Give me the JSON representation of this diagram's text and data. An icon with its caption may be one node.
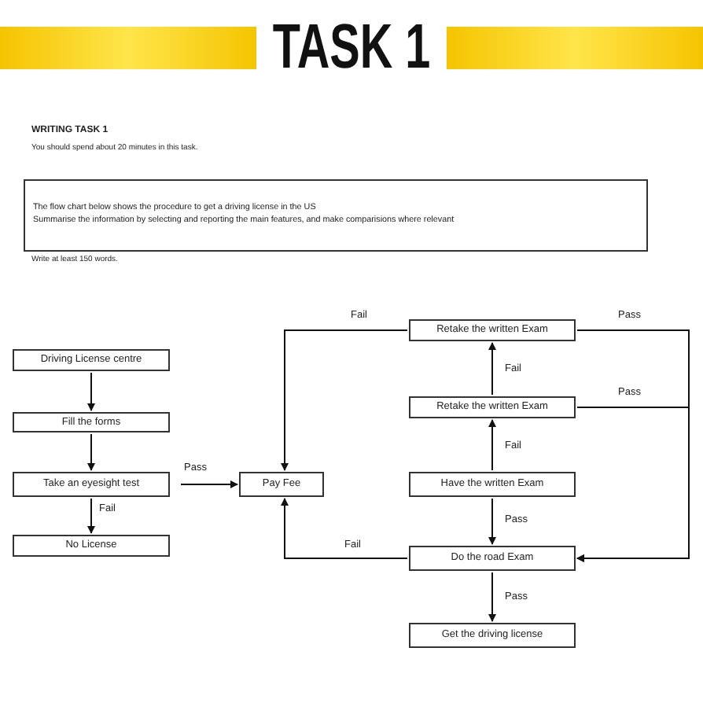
{
  "diagram": {
    "title": "TASK 1",
    "nodes": [
      {
        "text": [
          "The flow chart below shows the procedure to get a driving license in the US",
          "Summarise the information by selecting and reporting the main features, and make comparisions where relevant"
        ]
      },
      {
        "text": [
          "Driving License centre"
        ]
      },
      {
        "text": [
          "Fill the forms"
        ]
      },
      {
        "text": [
          "Take an eyesight test"
        ]
      },
      {
        "text": [
          "No License"
        ]
      },
      {
        "text": [
          "Pay Fee"
        ]
      },
      {
        "text": [
          "Retake the written Exam"
        ]
      },
      {
        "text": [
          "Retake the written Exam"
        ]
      },
      {
        "text": [
          "Have the written Exam"
        ]
      },
      {
        "text": [
          "Do the road Exam"
        ]
      },
      {
        "text": [
          "Get the driving license"
        ]
      }
    ],
    "edges": [
      {
        "from": 1,
        "to": 2,
        "arrow": "to"
      },
      {
        "from": 2,
        "to": 3,
        "arrow": "to"
      },
      {
        "from": 3,
        "to": 4,
        "arrow": "to",
        "label": "Fail"
      },
      {
        "from": 3,
        "to": 5,
        "arrow": "to",
        "label": "Pass"
      },
      {
        "from": 8,
        "to": 7,
        "arrow": "to",
        "label": "Fail"
      },
      {
        "from": 7,
        "to": 6,
        "arrow": "to",
        "label": "Fail"
      },
      {
        "from": 6,
        "to": 5,
        "arrow": "to",
        "label": "Fail"
      },
      {
        "from": 8,
        "to": 9,
        "arrow": "to",
        "label": "Pass"
      },
      {
        "from": 9,
        "to": 5,
        "arrow": "to",
        "label": "Fail"
      },
      {
        "from": 6,
        "to": 9,
        "arrow": "to",
        "label": "Pass"
      },
      {
        "from": 7,
        "to": 9,
        "arrow": "to",
        "label": "Pass"
      },
      {
        "from": 9,
        "to": 10,
        "arrow": "to",
        "label": "Pass"
      }
    ],
    "labels": [
      "WRITING TASK 1",
      "You should spend about 20 minutes in this task.",
      "Write at least 150 words."
    ]
  }
}
